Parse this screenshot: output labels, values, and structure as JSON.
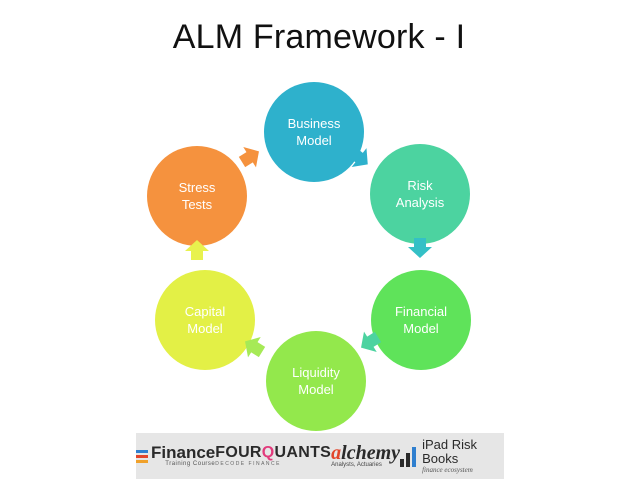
{
  "title": "ALM Framework - I",
  "nodes": [
    {
      "id": "business",
      "line1": "Business",
      "line2": "Model",
      "color": "#2eb1cc"
    },
    {
      "id": "risk",
      "line1": "Risk",
      "line2": "Analysis",
      "color": "#4cd3a0"
    },
    {
      "id": "financial",
      "line1": "Financial",
      "line2": "Model",
      "color": "#5fe35a"
    },
    {
      "id": "liquidity",
      "line1": "Liquidity",
      "line2": "Model",
      "color": "#93e84c"
    },
    {
      "id": "capital",
      "line1": "Capital",
      "line2": "Model",
      "color": "#e3f046"
    },
    {
      "id": "stress",
      "line1": "Stress",
      "line2": "Tests",
      "color": "#f5923e"
    }
  ],
  "arrow_colors": [
    "#2eb1cc",
    "#34c0c6",
    "#4cd3a0",
    "#a6ea56",
    "#e8f24e",
    "#f5923e"
  ],
  "logos": {
    "finance": {
      "main": "Finance",
      "sub": "Training Course"
    },
    "fourquants": {
      "part1": "FOUR",
      "part2": "Q",
      "part3": "UANTS",
      "sub": "DECODE FINANCE"
    },
    "alchemy": {
      "lead": "a",
      "main": "lchemy",
      "sub": "Analysts, Actuaries"
    },
    "ipad": {
      "main": "iPad Risk Books",
      "sub": "finance ecosystem"
    }
  }
}
